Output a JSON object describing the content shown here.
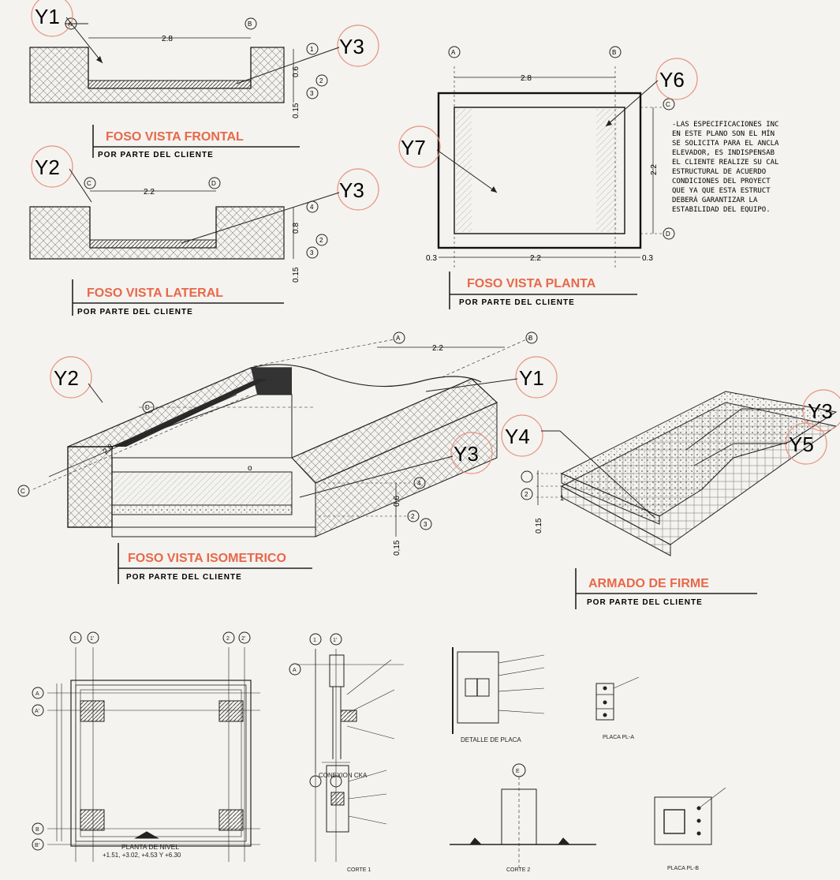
{
  "colors": {
    "title": "#e8684a",
    "ink": "#1a1a1a",
    "circle": "#e89080",
    "paper": "#f4f3ef"
  },
  "titles": {
    "frontal": "FOSO VISTA FRONTAL",
    "lateral": "FOSO VISTA LATERAL",
    "planta": "FOSO VISTA PLANTA",
    "isometrico": "FOSO VISTA ISOMETRICO",
    "armado": "ARMADO DE FIRME",
    "subtitle": "POR PARTE DEL CLIENTE"
  },
  "tags": {
    "y1": "Y1",
    "y2": "Y2",
    "y3": "Y3",
    "y4": "Y4",
    "y5": "Y5",
    "y6": "Y6",
    "y7": "Y7"
  },
  "axes": {
    "a": "A",
    "b": "B",
    "c": "C",
    "d": "D",
    "n1": "1",
    "n2": "2",
    "n3": "3",
    "n4": "4",
    "e": "E",
    "one": "1",
    "one_p": "1'",
    "two": "2",
    "two_p": "2'",
    "a_p": "A'",
    "b_p": "B'"
  },
  "dims": {
    "d28": "2.8",
    "d22": "2.2",
    "d06": "0.6",
    "d015": "0.15",
    "d08": "0.8",
    "d03": "0.3",
    "d03b": "0,3",
    "d22b": "2,2",
    "d28b": "2,8",
    "d015b": "0,15",
    "d06b": "0,6",
    "d03c": "0,3",
    "one": "1",
    "o": "o"
  },
  "note": {
    "line1": "-LAS ESPECIFICACIONES INC",
    "line2": "EN ESTE PLANO SON EL MÍN",
    "line3": "SE SOLICITA PARA EL ANCLA",
    "line4": "ELEVADOR, ES INDISPENSAB",
    "line5": "EL CLIENTE REALIZE SU CAL",
    "line6": "ESTRUCTURAL DE ACUERDO",
    "line7": "CONDICIONES DEL PROYECT",
    "line8": "QUE YA QUE ESTA ESTRUCT",
    "line9": "DEBERÁ GARANTIZAR LA",
    "line10": "ESTABILIDAD DEL EQUIPO."
  },
  "details": {
    "planta_nivel": "PLANTA DE NIVEL",
    "planta_nivel_sub": "+1.51, +3.02, +4.53 Y +6.30",
    "conexion": "CONEXION CKA",
    "detalle_placa": "DETALLE DE PLACA",
    "placa_pl": "PLACA PL-A",
    "placa_pl_b": "PLACA PL-B",
    "corte1": "CORTE 1",
    "corte2": "CORTE 2"
  }
}
